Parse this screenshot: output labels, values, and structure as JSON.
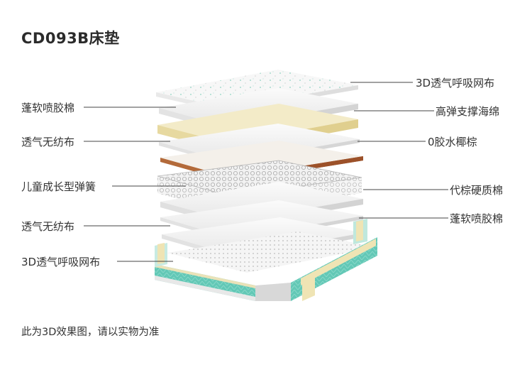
{
  "title": "CD093B床垫",
  "labels_left": [
    "蓬软喷胶棉",
    "透气无纺布",
    "儿童成长型弹簧",
    "透气无纺布",
    "3D透气呼吸网布"
  ],
  "labels_right": [
    "3D透气呼吸网布",
    "高弹支撑海绵",
    "0胶水椰棕",
    "代棕硬质棉",
    "蓬软喷胶棉"
  ],
  "footnote": "此为3D效果图，请以实物为准",
  "colors": {
    "sponge": "#f1e7bf",
    "coir": "#a5592f",
    "mesh_green": "#5ec9b8",
    "layer_white": "#f4f4f4",
    "line": "#444444"
  }
}
